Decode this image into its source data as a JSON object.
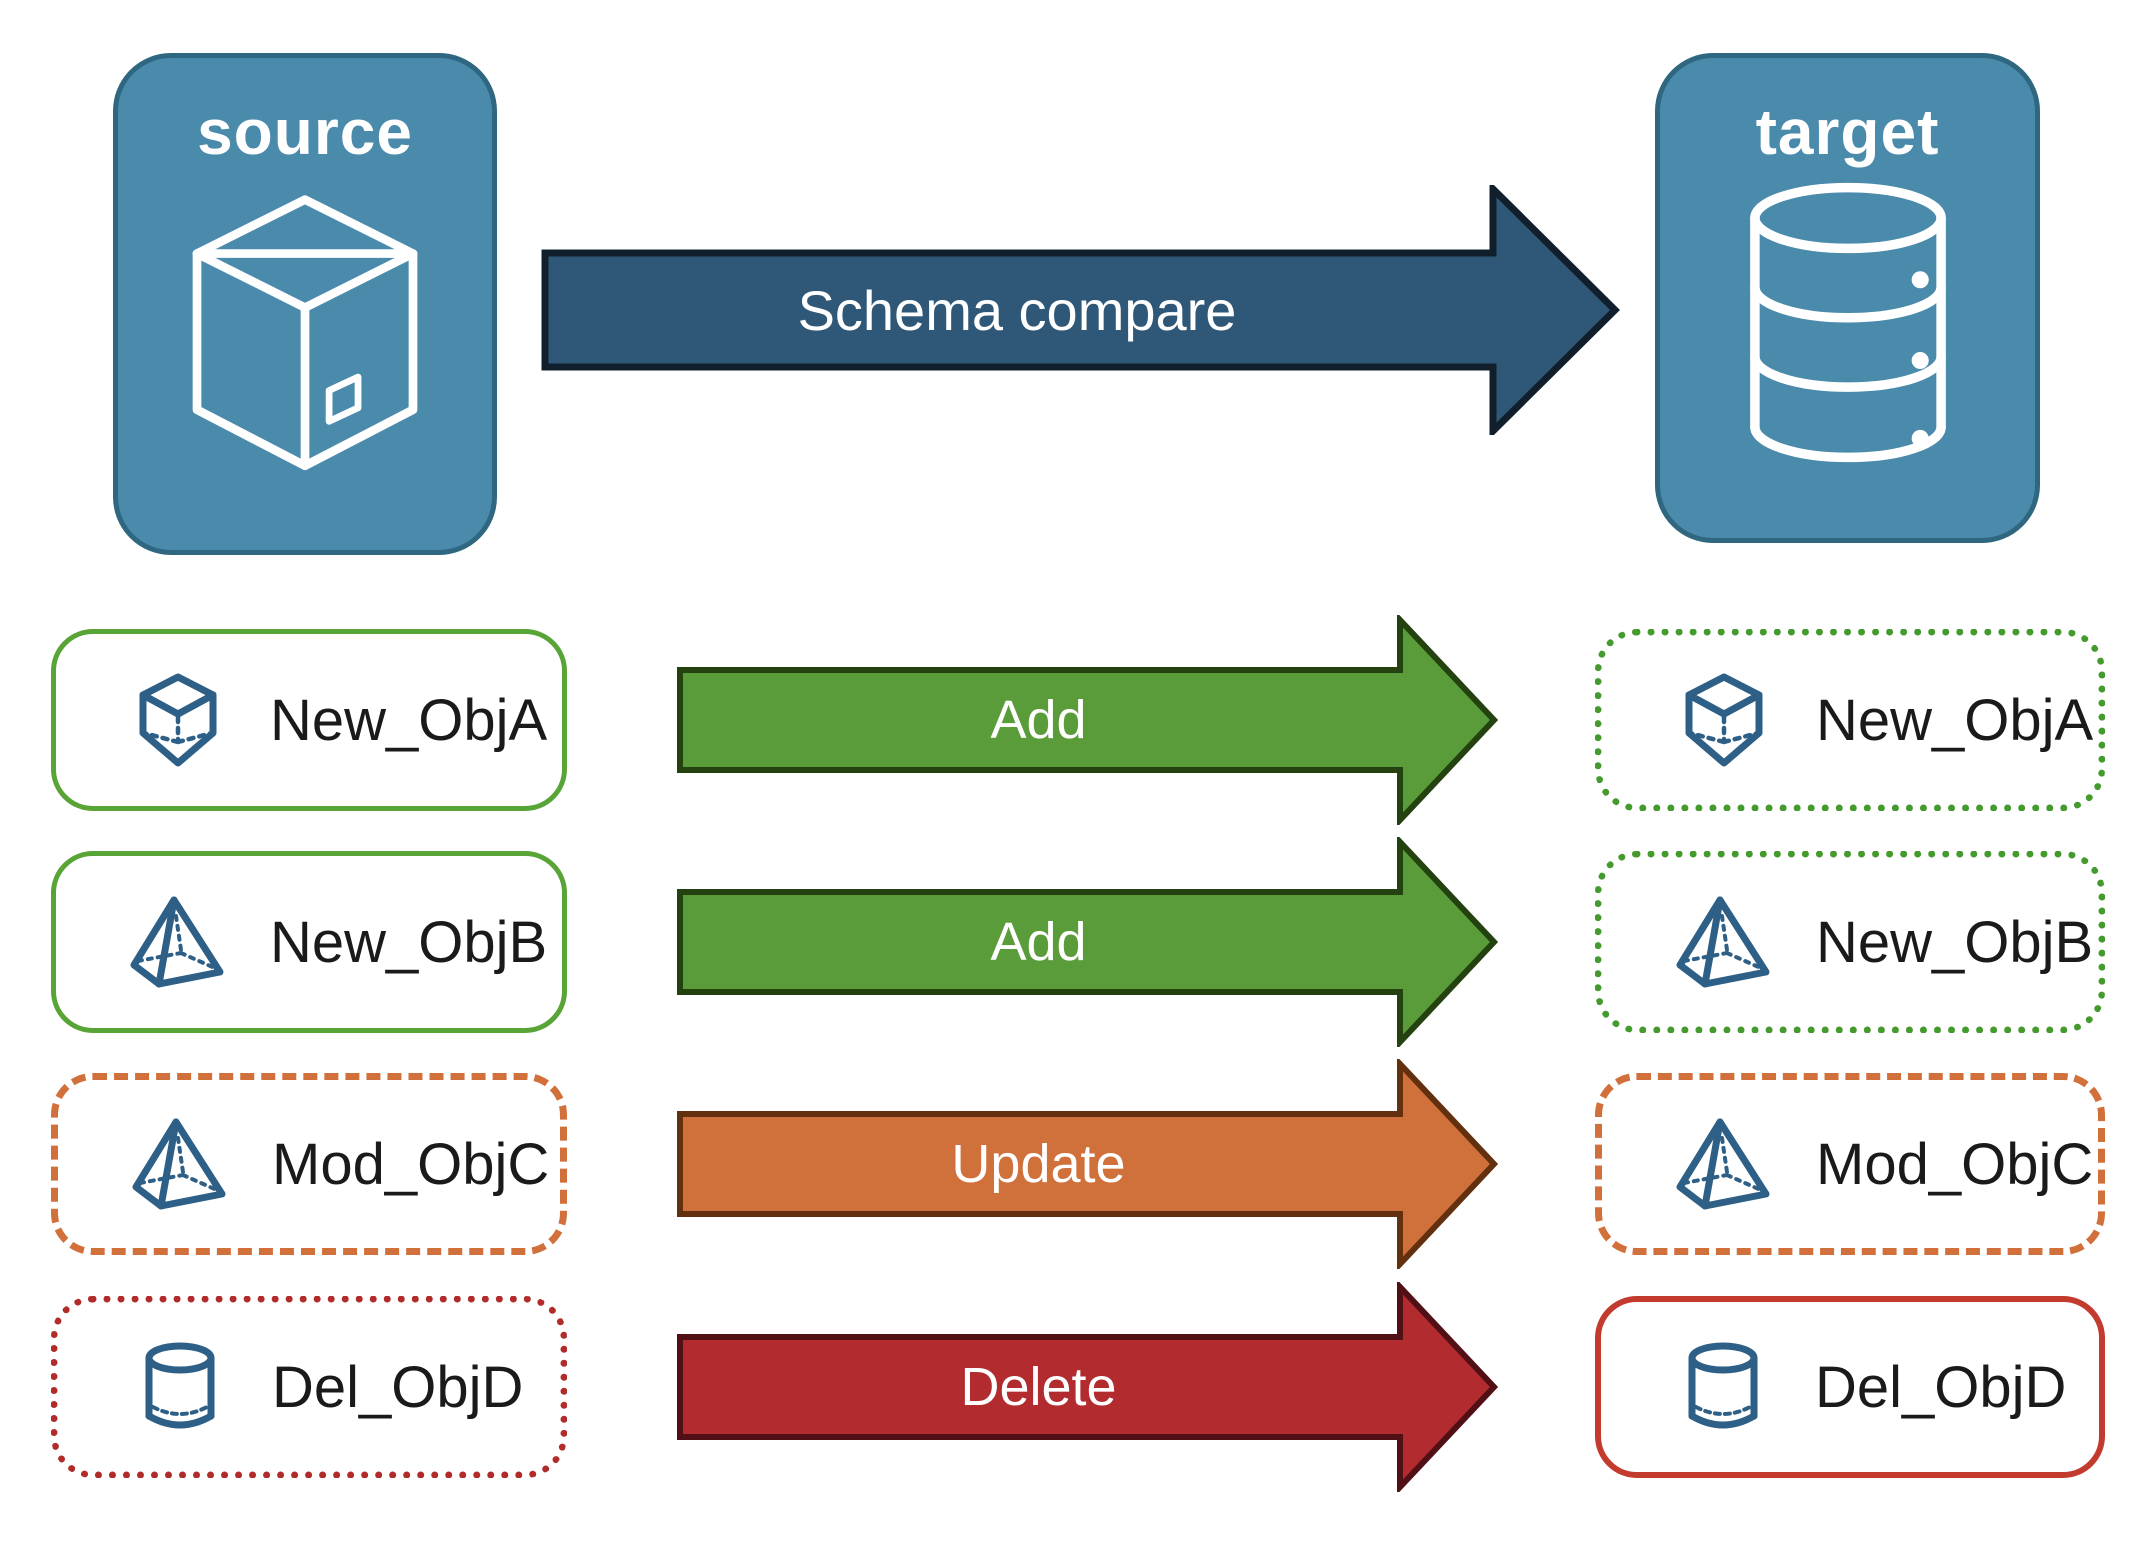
{
  "nodes": {
    "source": {
      "title": "source",
      "icon": "package-icon"
    },
    "target": {
      "title": "target",
      "icon": "database-icon"
    },
    "compare_arrow": {
      "label": "Schema compare"
    }
  },
  "rows": [
    {
      "label": "New_ObjA",
      "icon": "cube-icon",
      "action": "Add",
      "source_border": "solid-green",
      "target_border": "dotted-green"
    },
    {
      "label": "New_ObjB",
      "icon": "pyramid-icon",
      "action": "Add",
      "source_border": "solid-green",
      "target_border": "dotted-green"
    },
    {
      "label": "Mod_ObjC",
      "icon": "pyramid-icon",
      "action": "Update",
      "source_border": "dashed-orange",
      "target_border": "dashed-orange"
    },
    {
      "label": "Del_ObjD",
      "icon": "cylinder-icon",
      "action": "Delete",
      "source_border": "dotted-red",
      "target_border": "solid-red"
    }
  ],
  "colors": {
    "panel_blue": "#4A8AAB",
    "panel_border": "#2F6680",
    "navy_arrow": "#2F5878",
    "navy_arrow_border": "#101F2B",
    "green_arrow": "#5B9C3A",
    "green_arrow_border": "#24420F",
    "orange_arrow": "#D0703A",
    "orange_arrow_border": "#63300F",
    "red_arrow": "#B12B2F",
    "red_arrow_border": "#511016",
    "green_solid": "#58A437",
    "green_dotted": "#459A2E",
    "orange_dashed": "#D2703C",
    "red_dotted": "#B22B2B",
    "red_solid": "#C23B2E",
    "icon_blue": "#2E6087",
    "label_text": "#1A1A1A",
    "arrow_text": "#FFFFFF"
  }
}
